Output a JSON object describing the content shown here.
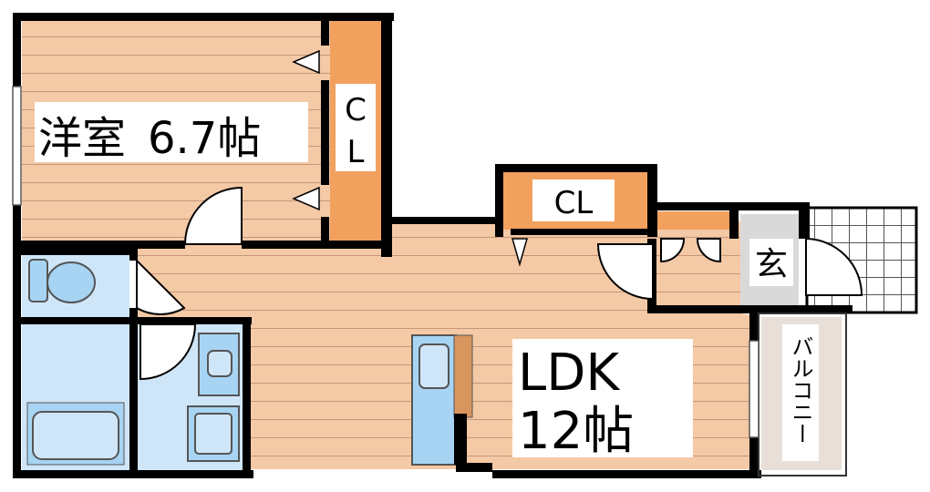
{
  "floorplan": {
    "rooms": {
      "western_room": {
        "name": "洋室",
        "size": "6.7帖"
      },
      "closet_western": {
        "line1": "C",
        "line2": "L"
      },
      "closet_hall": {
        "label": "CL"
      },
      "ldk": {
        "name": "LDK",
        "size": "12帖"
      },
      "entrance": {
        "label": "玄"
      },
      "balcony": {
        "label": "バルコニー"
      }
    },
    "colors": {
      "wall": "#000000",
      "floor_wood": "#f4c9a6",
      "floor_line": "#c89678",
      "closet_fill": "#f2a05e",
      "wet_area": "#cfe6f8",
      "fixture": "#a8d4f4",
      "entrance_floor": "#d9d9d9",
      "balcony_floor": "#e8e0d8",
      "label_bg": "#ffffff"
    }
  }
}
